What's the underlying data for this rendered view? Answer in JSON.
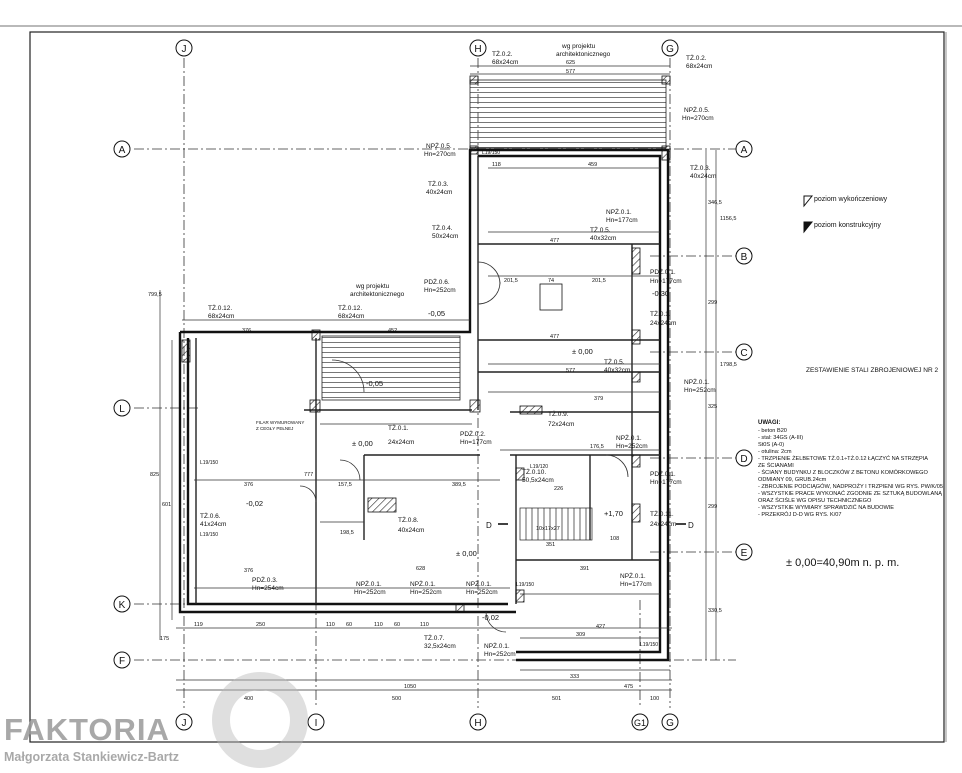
{
  "grid": {
    "vertical": [
      "J",
      "I",
      "H",
      "G1",
      "G"
    ],
    "vertical_top": [
      "J",
      "H",
      "G"
    ],
    "horizontal_left": [
      "A",
      "L",
      "K",
      "F"
    ],
    "horizontal_right": [
      "A",
      "B",
      "C",
      "D",
      "E"
    ]
  },
  "elements": [
    {
      "id": "tz02a",
      "name": "TŻ.0.2.",
      "size": "68x24cm"
    },
    {
      "id": "tz02b",
      "name": "TŻ.0.2.",
      "size": "68x24cm"
    },
    {
      "id": "np05a",
      "name": "NPŻ.0.5.",
      "size": "Hn=270cm"
    },
    {
      "id": "np05b",
      "name": "NPŻ.0.5.",
      "size": "Hn=270cm"
    },
    {
      "id": "tz03a",
      "name": "TŻ.0.3.",
      "size": "40x24cm"
    },
    {
      "id": "tz03b",
      "name": "TŻ.0.3.",
      "size": "40x24cm"
    },
    {
      "id": "tz04",
      "name": "TŻ.0.4.",
      "size": "50x24cm"
    },
    {
      "id": "np01a",
      "name": "NPŻ.0.1.",
      "size": "Hn=177cm"
    },
    {
      "id": "tz05a",
      "name": "TŻ.0.5.",
      "size": "40x32cm"
    },
    {
      "id": "pd01a",
      "name": "PDŻ.0.1.",
      "size": "Hn=177cm"
    },
    {
      "id": "pd06",
      "name": "PDŻ.0.6.",
      "size": "Hn=252cm"
    },
    {
      "id": "tz012a",
      "name": "TŻ.0.12.",
      "size": "68x24cm"
    },
    {
      "id": "tz012b",
      "name": "TŻ.0.12.",
      "size": "68x24cm"
    },
    {
      "id": "tz01a",
      "name": "TŻ.0.1.",
      "size": "24x24cm"
    },
    {
      "id": "tz05b",
      "name": "TŻ.0.5.",
      "size": "40x32cm"
    },
    {
      "id": "np01b",
      "name": "NPŻ.0.1.",
      "size": "Hn=252cm"
    },
    {
      "id": "tz09",
      "name": "TŻ.0.9.",
      "size": "72x24cm"
    },
    {
      "id": "pd02",
      "name": "PDŻ.0.2.",
      "size": "Hn=177cm"
    },
    {
      "id": "tz01b",
      "name": "TŻ.0.1.",
      "size": "24x24cm"
    },
    {
      "id": "np01c",
      "name": "NPŻ.0.1.",
      "size": "Hn=252cm"
    },
    {
      "id": "tz010",
      "name": "TŻ.0.10.",
      "size": "50,5x24cm"
    },
    {
      "id": "pd01b",
      "name": "PDŻ.0.1.",
      "size": "Hn=177cm"
    },
    {
      "id": "tz06",
      "name": "TŻ.0.6.",
      "size": "41x24cm"
    },
    {
      "id": "tz08",
      "name": "TŻ.0.8.",
      "size": "40x24cm"
    },
    {
      "id": "tz011",
      "name": "TŻ.0.11.",
      "size": "24x24cm"
    },
    {
      "id": "pd03",
      "name": "PDŻ.0.3.",
      "size": "Hn=254cm"
    },
    {
      "id": "np01d",
      "name": "NPŻ.0.1.",
      "size": "Hn=252cm"
    },
    {
      "id": "np01e",
      "name": "NPŻ.0.1.",
      "size": "Hn=252cm"
    },
    {
      "id": "np01f",
      "name": "NPŻ.0.1.",
      "size": "Hn=252cm"
    },
    {
      "id": "np01g",
      "name": "NPŻ.0.1.",
      "size": "Hn=177cm"
    },
    {
      "id": "tz07",
      "name": "TŻ.0.7.",
      "size": "32,5x24cm"
    },
    {
      "id": "np01h",
      "name": "NPŻ.0.1.",
      "size": "Hn=252cm"
    }
  ],
  "notes": {
    "wg_projektu_top": [
      "wg projektu",
      "architektonicznego"
    ],
    "wg_projektu_mid": [
      "wg projektu",
      "architektonicznego"
    ],
    "legend_finish": "poziom wykończeniowy",
    "legend_structural": "poziom konstrukcyjny",
    "table_title": "ZESTAWIENIE STALI ZBROJENIOWEJ NR 2",
    "elevation": "± 0,00=40,90m n. p. m.",
    "filar": [
      "FILAR WYMUROWANY",
      "Z CEGŁY PEŁNEJ"
    ],
    "section_mark": "D"
  },
  "uwagi": [
    "UWAGI:",
    "- beton B20",
    "- stal: 34GS (A-III)",
    "         St0S (A-0)",
    "- otulina: 2cm",
    "- TRZPIENIE ŻELBETOWE TŻ.0.1÷TŻ.0.12 ŁĄCZYĆ NA STRZĘPIA",
    "  ZE ŚCIANAMI",
    "- ŚCIANY BUDYNKU Z BLOCZKÓW Z BETONU KOMÓRKOWEGO",
    "  ODMIANY 09, GRUB.24cm",
    "- ZBROJENIE PODCIĄGÓW, NADPROŻY I TRZPIENI WG RYS. PW/K/05",
    "- WSZYSTKIE PRACE WYKONAĆ ZGODNIE ZE SZTUKĄ BUDOWLANĄ",
    "  ORAZ ŚCIŚLE WG OPISU TECHNICZNEGO",
    "- WSZYSTKIE WYMIARY SPRAWDZIĆ NA BUDOWIE",
    "- PRZEKRÓJ D-D WG RYS. K/07"
  ],
  "levels": [
    {
      "id": "l1",
      "text": "-0,30"
    },
    {
      "id": "l2",
      "text": "-0,05"
    },
    {
      "id": "l3",
      "text": "± 0,00"
    },
    {
      "id": "l4",
      "text": "-0,05"
    },
    {
      "id": "l5",
      "text": "± 0,00"
    },
    {
      "id": "l6",
      "text": "-0,02"
    },
    {
      "id": "l7",
      "text": "+1,70"
    },
    {
      "id": "l8",
      "text": "± 0,00"
    },
    {
      "id": "l9",
      "text": "-0,02"
    }
  ],
  "dimensions": [
    {
      "id": "d1",
      "text": "625"
    },
    {
      "id": "d2",
      "text": "577"
    },
    {
      "id": "d3",
      "text": "459"
    },
    {
      "id": "d4",
      "text": "118"
    },
    {
      "id": "d5",
      "text": "477"
    },
    {
      "id": "d6",
      "text": "201,5"
    },
    {
      "id": "d7",
      "text": "74"
    },
    {
      "id": "d8",
      "text": "201,5"
    },
    {
      "id": "d9",
      "text": "477"
    },
    {
      "id": "d10",
      "text": "577"
    },
    {
      "id": "d11",
      "text": "379"
    },
    {
      "id": "d12",
      "text": "376"
    },
    {
      "id": "d13",
      "text": "452"
    },
    {
      "id": "d14",
      "text": "376"
    },
    {
      "id": "d15",
      "text": "376"
    },
    {
      "id": "d16",
      "text": "389,5"
    },
    {
      "id": "d17",
      "text": "157,5"
    },
    {
      "id": "d18",
      "text": "198,5"
    },
    {
      "id": "d19",
      "text": "628"
    },
    {
      "id": "d20",
      "text": "309"
    },
    {
      "id": "d21",
      "text": "427"
    },
    {
      "id": "d22",
      "text": "391"
    },
    {
      "id": "d23",
      "text": "333"
    },
    {
      "id": "d24",
      "text": "475"
    },
    {
      "id": "d25",
      "text": "1050"
    },
    {
      "id": "d26",
      "text": "400"
    },
    {
      "id": "d27",
      "text": "500"
    },
    {
      "id": "d28",
      "text": "501"
    },
    {
      "id": "d29",
      "text": "100"
    },
    {
      "id": "d30",
      "text": "119"
    },
    {
      "id": "d31",
      "text": "250"
    },
    {
      "id": "d32",
      "text": "110"
    },
    {
      "id": "d33",
      "text": "60"
    },
    {
      "id": "d34",
      "text": "110"
    },
    {
      "id": "d35",
      "text": "60"
    },
    {
      "id": "d36",
      "text": "110"
    },
    {
      "id": "d37",
      "text": "799,5"
    },
    {
      "id": "d38",
      "text": "825"
    },
    {
      "id": "d39",
      "text": "601"
    },
    {
      "id": "d40",
      "text": "777"
    },
    {
      "id": "d41",
      "text": "1156,5"
    },
    {
      "id": "d42",
      "text": "1798,5"
    },
    {
      "id": "d43",
      "text": "346,5"
    },
    {
      "id": "d44",
      "text": "299"
    },
    {
      "id": "d45",
      "text": "325"
    },
    {
      "id": "d46",
      "text": "299"
    },
    {
      "id": "d47",
      "text": "330,5"
    },
    {
      "id": "d48",
      "text": "10x17x27"
    },
    {
      "id": "d49",
      "text": "351"
    },
    {
      "id": "d50",
      "text": "108"
    },
    {
      "id": "d51",
      "text": "176,5"
    },
    {
      "id": "d52",
      "text": "226"
    },
    {
      "id": "d53",
      "text": "175"
    }
  ],
  "lintels": [
    {
      "id": "li1",
      "text": "L19/150"
    },
    {
      "id": "li2",
      "text": "L19/150"
    },
    {
      "id": "li3",
      "text": "L19/120"
    },
    {
      "id": "li4",
      "text": "L19/150"
    },
    {
      "id": "li5",
      "text": "L19/150"
    },
    {
      "id": "li6",
      "text": "L19/150"
    }
  ],
  "watermark": {
    "title": "FAKTORIA",
    "subtitle": "Małgorzata Stankiewicz-Bartz"
  }
}
